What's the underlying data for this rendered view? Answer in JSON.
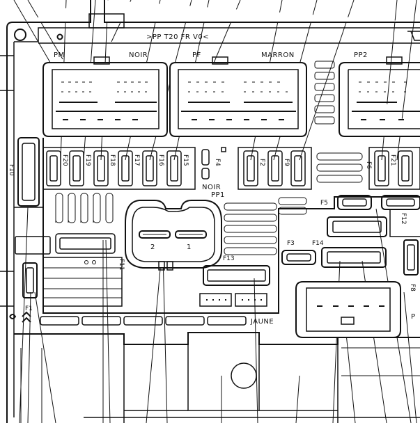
{
  "header_text": ">PP T20 FR V0<",
  "connectors": {
    "pm": "PM",
    "noir": "NOIR",
    "pf": "PF",
    "marron": "MARRON",
    "pp2": "PP2",
    "pp1_color": "NOIR",
    "pp1": "PP1",
    "jaune": "JAUNE",
    "pin_2": "2",
    "pin_1": "1"
  },
  "fuses": {
    "f1": "F1",
    "f2": "F2",
    "f3": "F3",
    "f4": "F4",
    "f5": "F5",
    "f6": "F6",
    "f8": "F8",
    "f9": "F9",
    "f10": "F10",
    "f11": "F11",
    "f13": "F13",
    "f14": "F14",
    "f15": "F15",
    "f16": "F16",
    "f17": "F17",
    "f18": "F18",
    "f19": "F19",
    "f20": "F20",
    "f21": "F21",
    "f12": "F12",
    "p_right": "P"
  }
}
